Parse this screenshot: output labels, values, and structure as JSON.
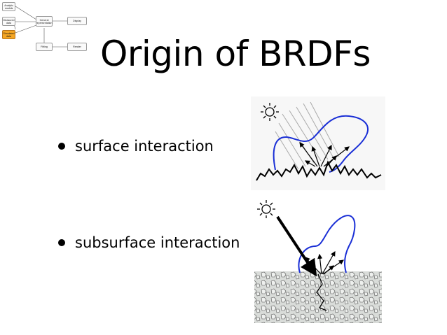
{
  "flowchart": {
    "nodes": {
      "analytic": "Analytic models",
      "measured": "Measured data",
      "simulated": "Simulated data",
      "general": "General representation",
      "display": "Display",
      "fitting": "Fitting",
      "render": "Render"
    }
  },
  "slide": {
    "title": "Origin of BRDFs",
    "bullets": [
      "surface interaction",
      "subsurface interaction"
    ]
  },
  "colors": {
    "lobe": "#1a2fd6",
    "highlight": "#f5a623",
    "hatch": "#aaaaaa",
    "material": "#d9dcd9"
  }
}
